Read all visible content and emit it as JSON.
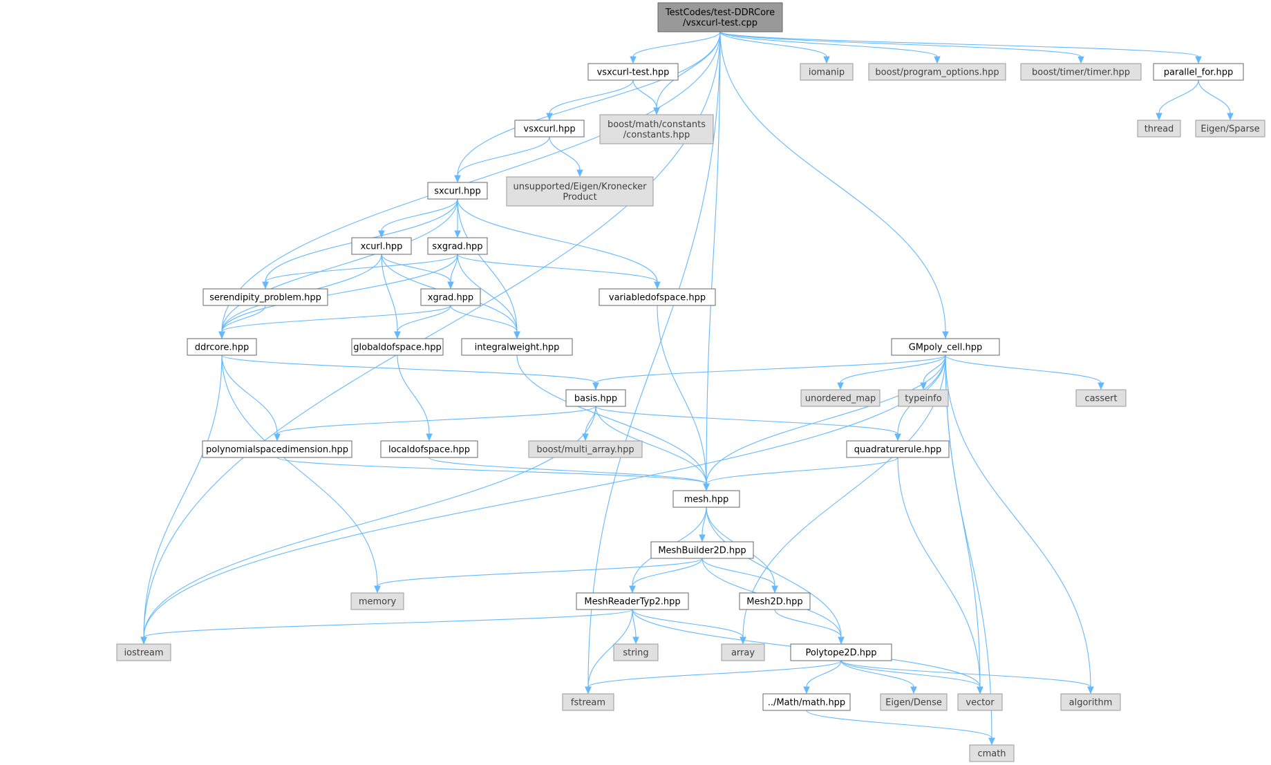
{
  "colors": {
    "edge": "#63b8ff",
    "root_fill": "#999999",
    "system_fill": "#e0e0e0",
    "internal_fill": "#ffffff"
  },
  "nodes": [
    {
      "id": "root",
      "kind": "root",
      "lines": [
        "TestCodes/test-DDRCore",
        "/vsxcurl-test.cpp"
      ]
    },
    {
      "id": "vsxcurl_test_hpp",
      "kind": "internal",
      "lines": [
        "vsxcurl-test.hpp"
      ]
    },
    {
      "id": "boost_constants",
      "kind": "system",
      "lines": [
        "boost/math/constants",
        "/constants.hpp"
      ]
    },
    {
      "id": "iomanip",
      "kind": "system",
      "lines": [
        "iomanip"
      ]
    },
    {
      "id": "boost_program_options",
      "kind": "system",
      "lines": [
        "boost/program_options.hpp"
      ]
    },
    {
      "id": "boost_timer",
      "kind": "system",
      "lines": [
        "boost/timer/timer.hpp"
      ]
    },
    {
      "id": "parallel_for",
      "kind": "internal",
      "lines": [
        "parallel_for.hpp"
      ]
    },
    {
      "id": "thread",
      "kind": "system",
      "lines": [
        "thread"
      ]
    },
    {
      "id": "eigen_sparse",
      "kind": "system",
      "lines": [
        "Eigen/Sparse"
      ]
    },
    {
      "id": "vsxcurl_hpp",
      "kind": "internal",
      "lines": [
        "vsxcurl.hpp"
      ]
    },
    {
      "id": "kronecker",
      "kind": "system",
      "lines": [
        "unsupported/Eigen/Kronecker",
        "Product"
      ]
    },
    {
      "id": "sxcurl_hpp",
      "kind": "internal",
      "lines": [
        "sxcurl.hpp"
      ]
    },
    {
      "id": "xcurl_hpp",
      "kind": "internal",
      "lines": [
        "xcurl.hpp"
      ]
    },
    {
      "id": "sxgrad_hpp",
      "kind": "internal",
      "lines": [
        "sxgrad.hpp"
      ]
    },
    {
      "id": "serendipity",
      "kind": "internal",
      "lines": [
        "serendipity_problem.hpp"
      ]
    },
    {
      "id": "xgrad_hpp",
      "kind": "internal",
      "lines": [
        "xgrad.hpp"
      ]
    },
    {
      "id": "variabledofspace",
      "kind": "internal",
      "lines": [
        "variabledofspace.hpp"
      ]
    },
    {
      "id": "ddrcore",
      "kind": "internal",
      "lines": [
        "ddrcore.hpp"
      ]
    },
    {
      "id": "globaldofspace",
      "kind": "internal",
      "lines": [
        "globaldofspace.hpp"
      ]
    },
    {
      "id": "integralweight",
      "kind": "internal",
      "lines": [
        "integralweight.hpp"
      ]
    },
    {
      "id": "gmpoly",
      "kind": "internal",
      "lines": [
        "GMpoly_cell.hpp"
      ]
    },
    {
      "id": "basis",
      "kind": "internal",
      "lines": [
        "basis.hpp"
      ]
    },
    {
      "id": "unordered_map",
      "kind": "system",
      "lines": [
        "unordered_map"
      ]
    },
    {
      "id": "typeinfo",
      "kind": "system",
      "lines": [
        "typeinfo"
      ]
    },
    {
      "id": "cassert",
      "kind": "system",
      "lines": [
        "cassert"
      ]
    },
    {
      "id": "polyspacedim",
      "kind": "internal",
      "lines": [
        "polynomialspacedimension.hpp"
      ]
    },
    {
      "id": "localdofspace",
      "kind": "internal",
      "lines": [
        "localdofspace.hpp"
      ]
    },
    {
      "id": "boost_multi_array",
      "kind": "system",
      "lines": [
        "boost/multi_array.hpp"
      ]
    },
    {
      "id": "quadrature",
      "kind": "internal",
      "lines": [
        "quadraturerule.hpp"
      ]
    },
    {
      "id": "mesh",
      "kind": "internal",
      "lines": [
        "mesh.hpp"
      ]
    },
    {
      "id": "meshbuilder",
      "kind": "internal",
      "lines": [
        "MeshBuilder2D.hpp"
      ]
    },
    {
      "id": "memory",
      "kind": "system",
      "lines": [
        "memory"
      ]
    },
    {
      "id": "meshreader",
      "kind": "internal",
      "lines": [
        "MeshReaderTyp2.hpp"
      ]
    },
    {
      "id": "mesh2d",
      "kind": "internal",
      "lines": [
        "Mesh2D.hpp"
      ]
    },
    {
      "id": "iostream",
      "kind": "system",
      "lines": [
        "iostream"
      ]
    },
    {
      "id": "string",
      "kind": "system",
      "lines": [
        "string"
      ]
    },
    {
      "id": "array",
      "kind": "system",
      "lines": [
        "array"
      ]
    },
    {
      "id": "polytope",
      "kind": "internal",
      "lines": [
        "Polytope2D.hpp"
      ]
    },
    {
      "id": "fstream",
      "kind": "system",
      "lines": [
        "fstream"
      ]
    },
    {
      "id": "math",
      "kind": "internal",
      "lines": [
        "../Math/math.hpp"
      ]
    },
    {
      "id": "eigen_dense",
      "kind": "system",
      "lines": [
        "Eigen/Dense"
      ]
    },
    {
      "id": "vector",
      "kind": "system",
      "lines": [
        "vector"
      ]
    },
    {
      "id": "algorithm",
      "kind": "system",
      "lines": [
        "algorithm"
      ]
    },
    {
      "id": "cmath",
      "kind": "system",
      "lines": [
        "cmath"
      ]
    }
  ],
  "edges": [
    [
      "root",
      "vsxcurl_test_hpp"
    ],
    [
      "root",
      "boost_constants"
    ],
    [
      "root",
      "iomanip"
    ],
    [
      "root",
      "boost_program_options"
    ],
    [
      "root",
      "boost_timer"
    ],
    [
      "root",
      "parallel_for"
    ],
    [
      "root",
      "sxcurl_hpp"
    ],
    [
      "root",
      "ddrcore"
    ],
    [
      "root",
      "mesh"
    ],
    [
      "root",
      "gmpoly"
    ],
    [
      "root",
      "iostream"
    ],
    [
      "root",
      "fstream"
    ],
    [
      "vsxcurl_test_hpp",
      "vsxcurl_hpp"
    ],
    [
      "vsxcurl_test_hpp",
      "boost_constants"
    ],
    [
      "parallel_for",
      "thread"
    ],
    [
      "parallel_for",
      "eigen_sparse"
    ],
    [
      "vsxcurl_hpp",
      "sxcurl_hpp"
    ],
    [
      "vsxcurl_hpp",
      "kronecker"
    ],
    [
      "sxcurl_hpp",
      "xcurl_hpp"
    ],
    [
      "sxcurl_hpp",
      "sxgrad_hpp"
    ],
    [
      "sxcurl_hpp",
      "serendipity"
    ],
    [
      "sxcurl_hpp",
      "ddrcore"
    ],
    [
      "sxcurl_hpp",
      "integralweight"
    ],
    [
      "sxcurl_hpp",
      "variabledofspace"
    ],
    [
      "xcurl_hpp",
      "ddrcore"
    ],
    [
      "xcurl_hpp",
      "xgrad_hpp"
    ],
    [
      "xcurl_hpp",
      "globaldofspace"
    ],
    [
      "xcurl_hpp",
      "integralweight"
    ],
    [
      "sxgrad_hpp",
      "serendipity"
    ],
    [
      "sxgrad_hpp",
      "xgrad_hpp"
    ],
    [
      "sxgrad_hpp",
      "ddrcore"
    ],
    [
      "sxgrad_hpp",
      "integralweight"
    ],
    [
      "sxgrad_hpp",
      "variabledofspace"
    ],
    [
      "serendipity",
      "ddrcore"
    ],
    [
      "xgrad_hpp",
      "ddrcore"
    ],
    [
      "xgrad_hpp",
      "globaldofspace"
    ],
    [
      "xgrad_hpp",
      "integralweight"
    ],
    [
      "variabledofspace",
      "mesh"
    ],
    [
      "ddrcore",
      "basis"
    ],
    [
      "ddrcore",
      "polyspacedim"
    ],
    [
      "ddrcore",
      "memory"
    ],
    [
      "ddrcore",
      "iostream"
    ],
    [
      "globaldofspace",
      "localdofspace"
    ],
    [
      "integralweight",
      "mesh"
    ],
    [
      "gmpoly",
      "basis"
    ],
    [
      "gmpoly",
      "unordered_map"
    ],
    [
      "gmpoly",
      "typeinfo"
    ],
    [
      "gmpoly",
      "cassert"
    ],
    [
      "gmpoly",
      "quadrature"
    ],
    [
      "gmpoly",
      "mesh"
    ],
    [
      "gmpoly",
      "iostream"
    ],
    [
      "gmpoly",
      "array"
    ],
    [
      "gmpoly",
      "vector"
    ],
    [
      "gmpoly",
      "algorithm"
    ],
    [
      "gmpoly",
      "cmath"
    ],
    [
      "basis",
      "polyspacedim"
    ],
    [
      "basis",
      "boost_multi_array"
    ],
    [
      "basis",
      "quadrature"
    ],
    [
      "basis",
      "mesh"
    ],
    [
      "basis",
      "iostream"
    ],
    [
      "polyspacedim",
      "mesh"
    ],
    [
      "localdofspace",
      "mesh"
    ],
    [
      "quadrature",
      "mesh"
    ],
    [
      "quadrature",
      "vector"
    ],
    [
      "mesh",
      "meshbuilder"
    ],
    [
      "mesh",
      "meshreader"
    ],
    [
      "mesh",
      "mesh2d"
    ],
    [
      "mesh",
      "polytope"
    ],
    [
      "meshbuilder",
      "memory"
    ],
    [
      "meshbuilder",
      "meshreader"
    ],
    [
      "meshbuilder",
      "mesh2d"
    ],
    [
      "meshbuilder",
      "polytope"
    ],
    [
      "meshreader",
      "iostream"
    ],
    [
      "meshreader",
      "string"
    ],
    [
      "meshreader",
      "array"
    ],
    [
      "meshreader",
      "fstream"
    ],
    [
      "meshreader",
      "vector"
    ],
    [
      "mesh2d",
      "polytope"
    ],
    [
      "polytope",
      "math"
    ],
    [
      "polytope",
      "eigen_dense"
    ],
    [
      "polytope",
      "vector"
    ],
    [
      "polytope",
      "algorithm"
    ],
    [
      "polytope",
      "fstream"
    ],
    [
      "math",
      "cmath"
    ]
  ]
}
